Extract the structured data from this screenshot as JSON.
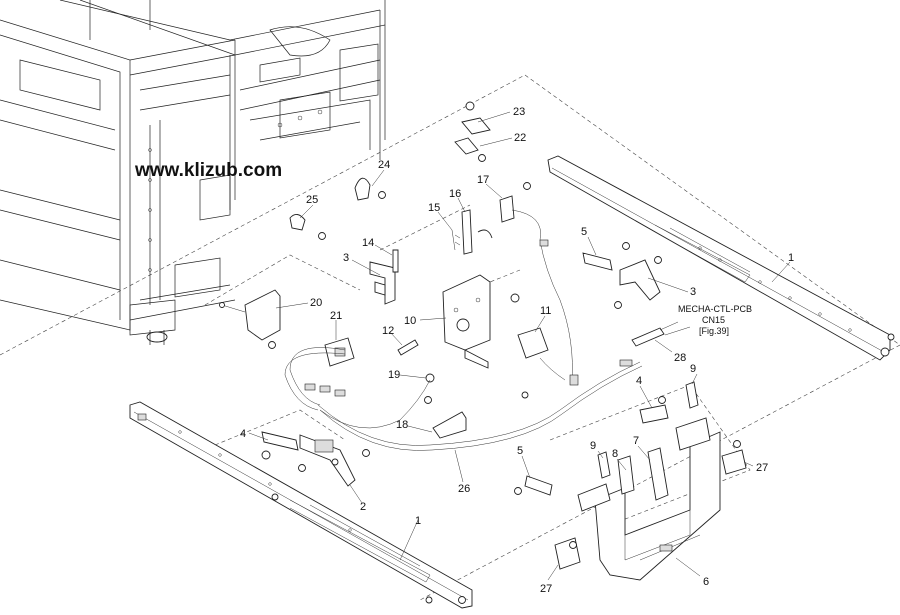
{
  "watermark": "www.klizub.com",
  "connector_note": {
    "line1": "MECHA-CTL-PCB",
    "line2": "CN15",
    "line3": "[Fig.39]"
  },
  "callouts": [
    "1",
    "1",
    "2",
    "3",
    "3",
    "4",
    "4",
    "5",
    "5",
    "6",
    "7",
    "8",
    "9",
    "9",
    "10",
    "11",
    "12",
    "14",
    "15",
    "16",
    "17",
    "18",
    "19",
    "20",
    "21",
    "22",
    "23",
    "24",
    "25",
    "26",
    "27",
    "27",
    "28"
  ]
}
